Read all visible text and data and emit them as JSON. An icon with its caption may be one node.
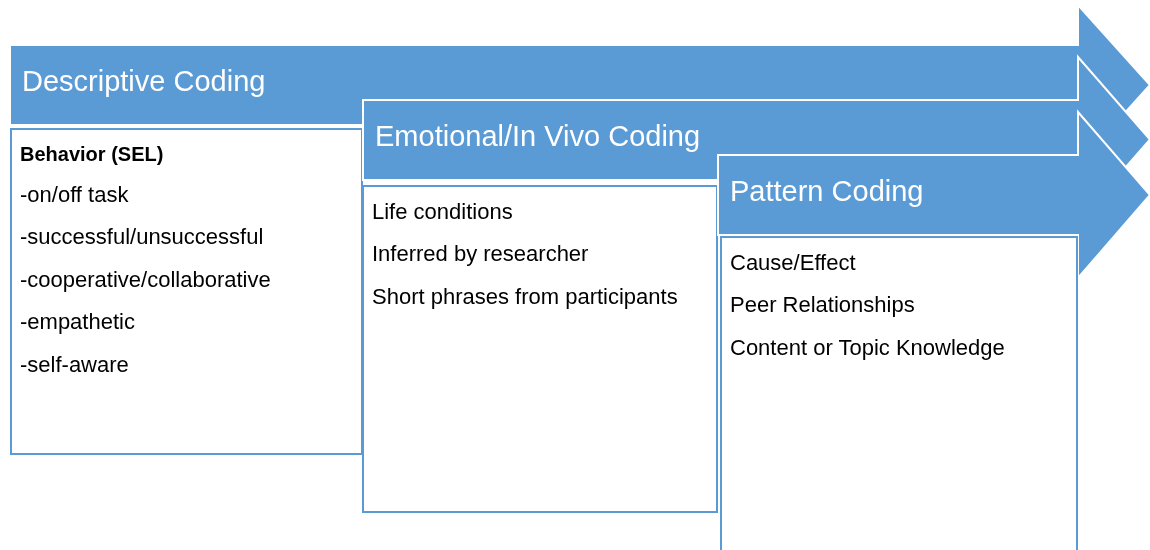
{
  "diagram": {
    "nodes": [
      {
        "text": [
          "Descriptive Coding"
        ]
      },
      {
        "text": [
          "Behavior (SEL)",
          "-on/off task",
          "-successful/unsuccessful",
          "-cooperative/collaborative",
          "-empathetic",
          "-self-aware"
        ]
      },
      {
        "text": [
          "Emotional/In Vivo Coding"
        ]
      },
      {
        "text": [
          "Life conditions",
          "Inferred by researcher",
          "Short phrases from participants"
        ]
      },
      {
        "text": [
          "Pattern Coding"
        ]
      },
      {
        "text": [
          "Cause/Effect",
          "Peer Relationships",
          "Content or Topic Knowledge"
        ]
      }
    ]
  }
}
